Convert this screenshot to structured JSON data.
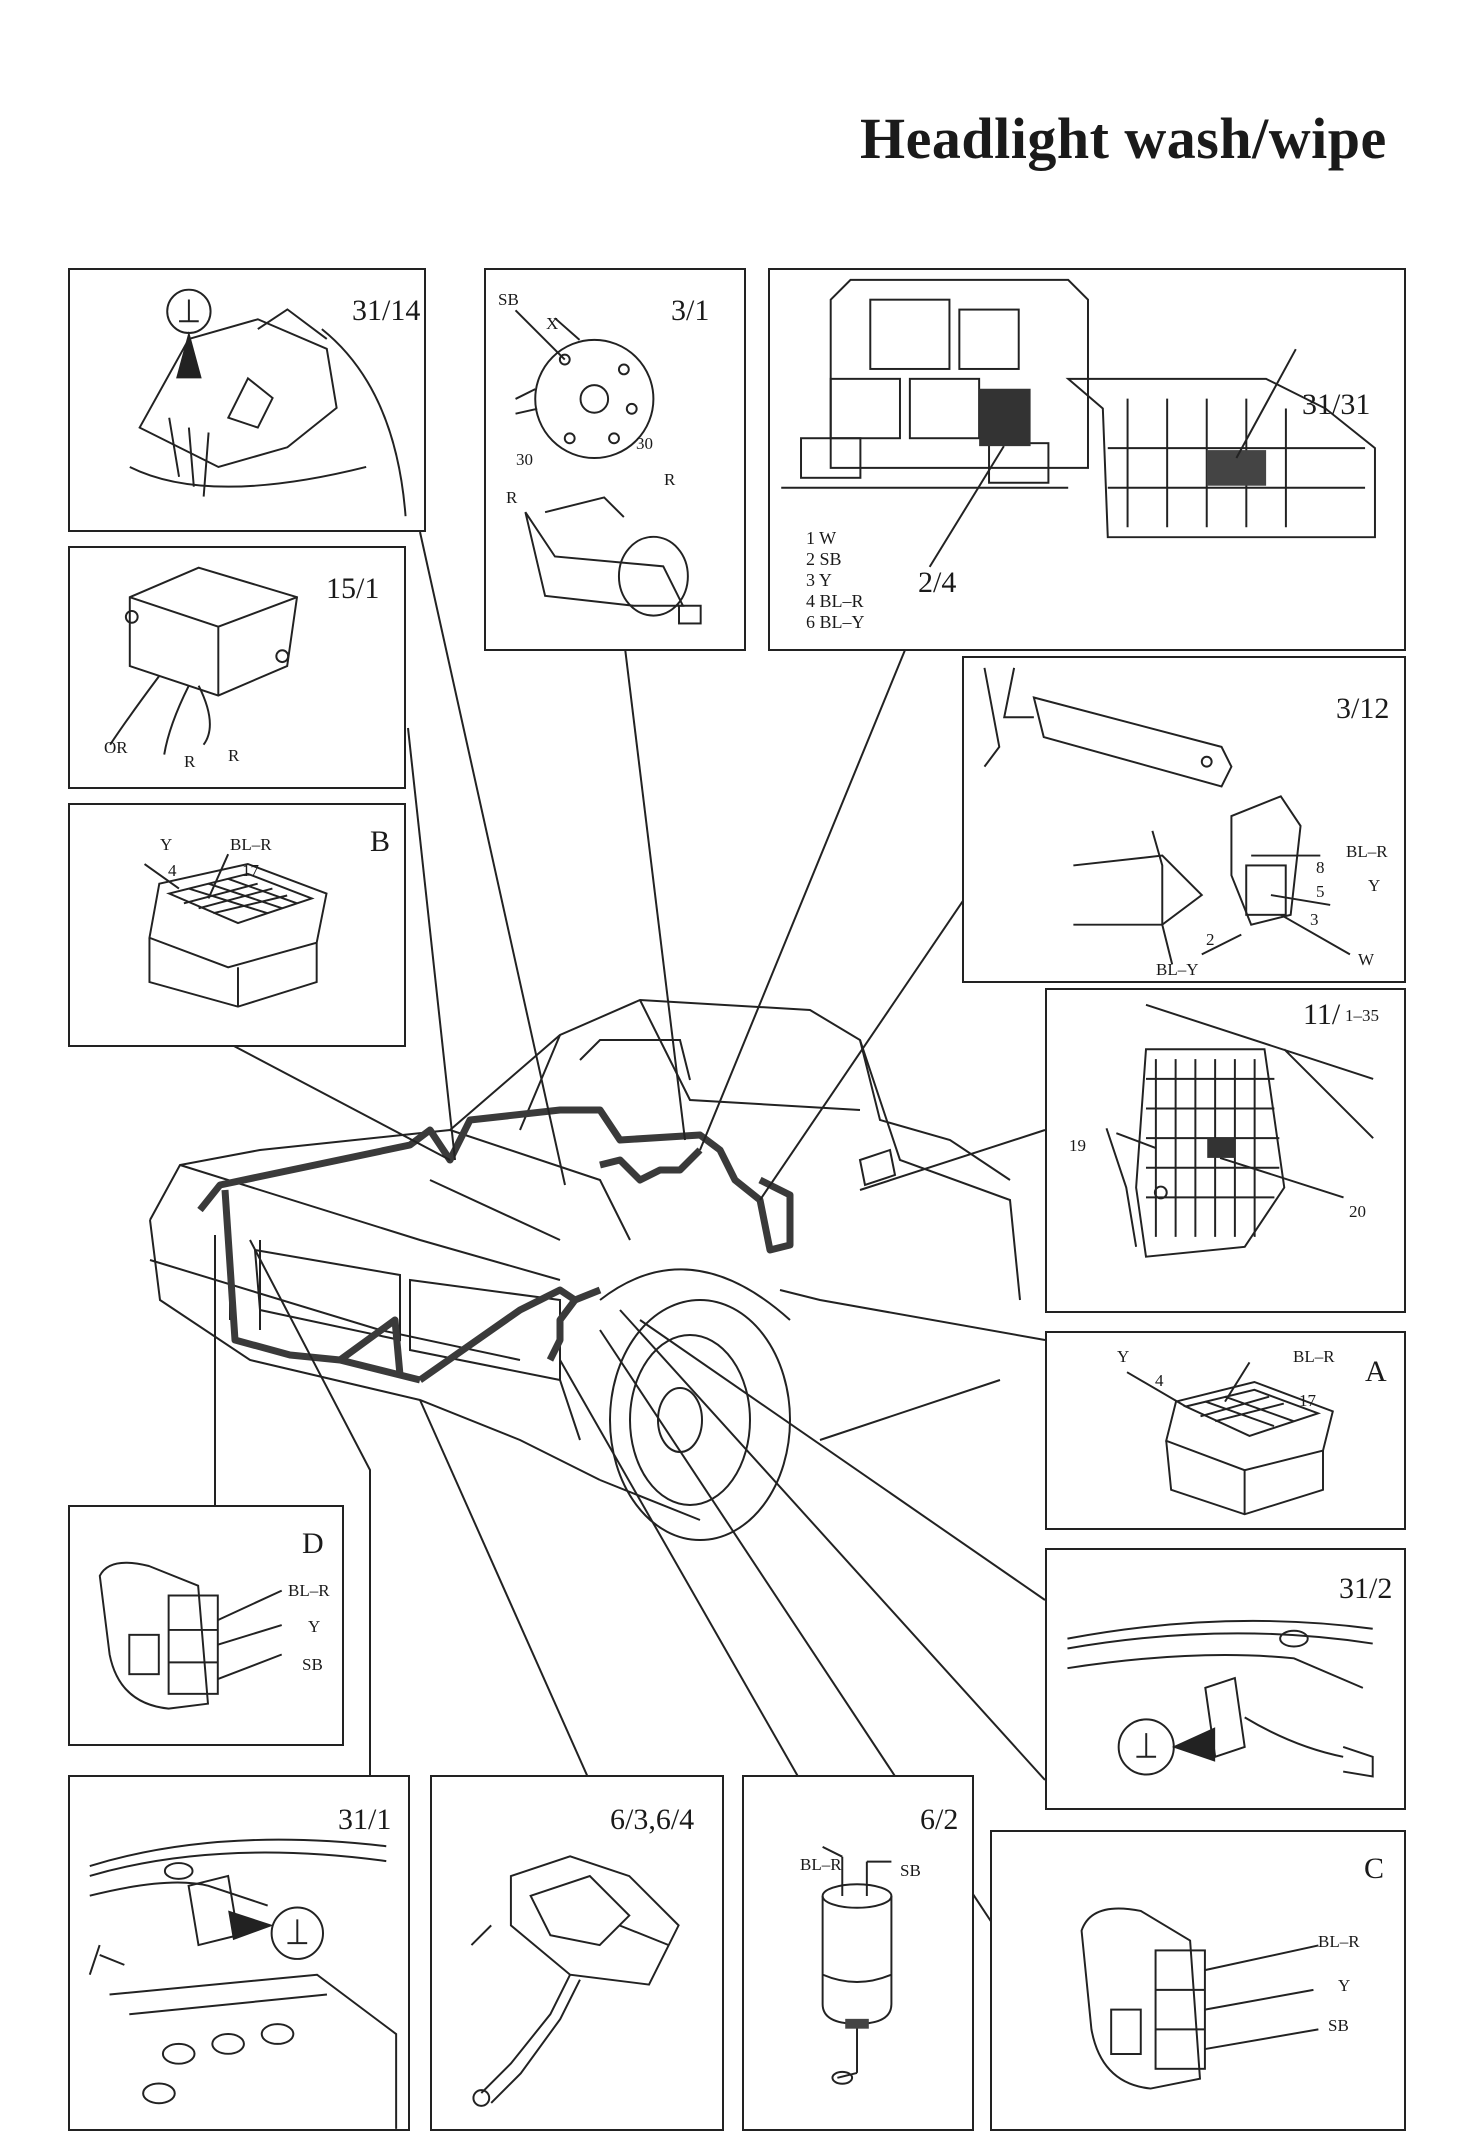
{
  "page": {
    "title": "Headlight wash/wipe"
  },
  "panels": {
    "p31_14": {
      "label": "31/14"
    },
    "p3_1": {
      "label": "3/1",
      "wires": [
        "SB",
        "X",
        "30",
        "30",
        "R",
        "R"
      ]
    },
    "p2_4": {
      "label_relay": "2/4",
      "label_box": "31/31",
      "legend": [
        "1 W",
        "2 SB",
        "3 Y",
        "4 BL–R",
        "6 BL–Y"
      ]
    },
    "p15_1": {
      "label": "15/1",
      "wires": [
        "OR",
        "R",
        "R"
      ]
    },
    "pB": {
      "label": "B",
      "wires": [
        "Y",
        "4",
        "BL–R",
        "17"
      ]
    },
    "p3_12": {
      "label": "3/12",
      "wires": [
        "8",
        "BL–R",
        "5",
        "Y",
        "3",
        "2",
        "W",
        "BL–Y"
      ]
    },
    "p11": {
      "label": "11/",
      "sublabel": "1–35",
      "wires": [
        "19",
        "20"
      ]
    },
    "pA": {
      "label": "A",
      "wires": [
        "Y",
        "4",
        "BL–R",
        "17"
      ]
    },
    "pD": {
      "label": "D",
      "wires": [
        "BL–R",
        "Y",
        "SB"
      ]
    },
    "p31_2": {
      "label": "31/2"
    },
    "p31_1": {
      "label": "31/1"
    },
    "p6_3": {
      "label": "6/3,6/4"
    },
    "p6_2": {
      "label": "6/2",
      "wires": [
        "BL–R",
        "SB"
      ]
    },
    "pC": {
      "label": "C",
      "wires": [
        "BL–R",
        "Y",
        "SB"
      ]
    }
  },
  "icons": {
    "ground": "ground-symbol-icon"
  },
  "colors": {
    "ink": "#1a1a1a",
    "harness": "#3a3a3a",
    "paper": "#ffffff"
  }
}
